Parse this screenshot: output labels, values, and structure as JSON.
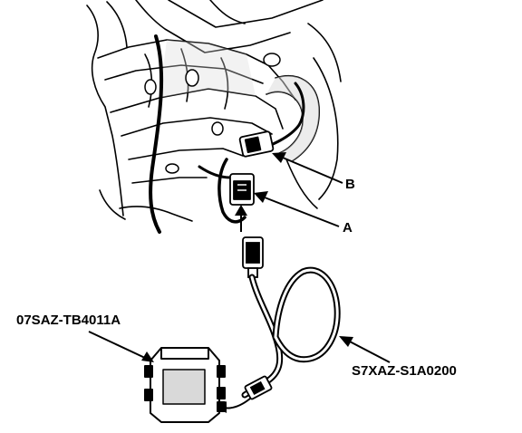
{
  "labels": {
    "connector_b": "B",
    "connector_a": "A",
    "tool_part_number": "07SAZ-TB4011A",
    "harness_part_number": "S7XAZ-S1A0200"
  },
  "colors": {
    "line": "#000000",
    "background": "#ffffff",
    "shade": "#d9d9d9"
  }
}
